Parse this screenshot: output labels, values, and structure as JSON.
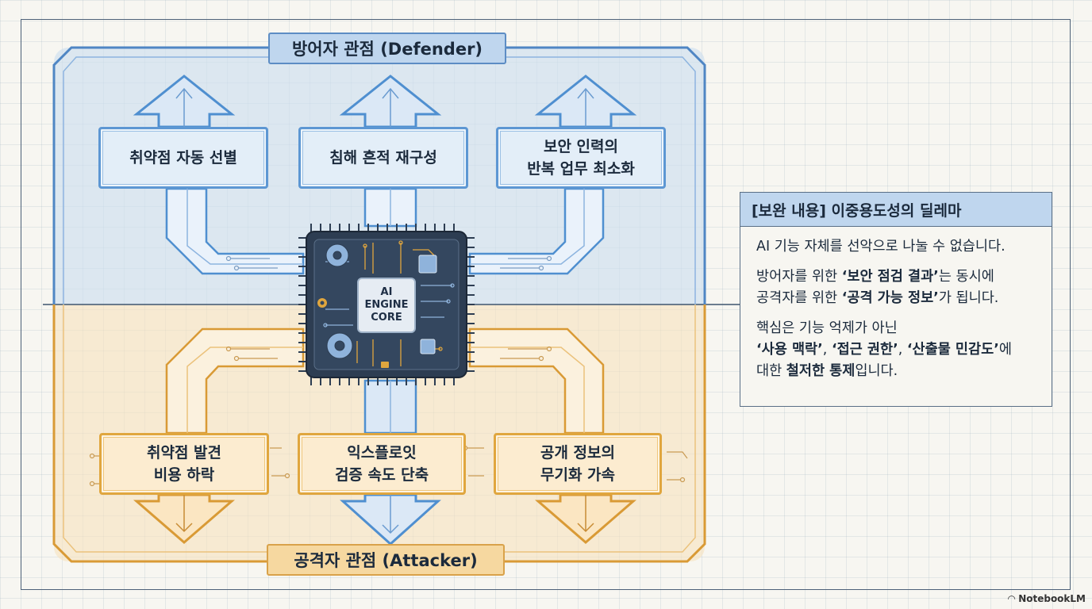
{
  "defender": {
    "label": "방어자 관점 (Defender)",
    "boxes": [
      "취약점 자동 선별",
      "침해 흔적 재구성",
      "보안 인력의\n반복 업무 최소화"
    ]
  },
  "attacker": {
    "label": "공격자 관점 (Attacker)",
    "boxes": [
      "취약점 발견\n비용 하락",
      "익스플로잇\n검증 속도 단축",
      "공개 정보의\n무기화 가속"
    ]
  },
  "core": {
    "label": "AI\nENGINE\nCORE"
  },
  "panel": {
    "title": "[보완 내용] 이중용도성의 딜레마",
    "p1": "AI 기능 자체를 선악으로 나눌 수 없습니다.",
    "p2_a": "방어자를 위한 ",
    "p2_b": "‘보안 점검 결과’",
    "p2_c": "는 동시에",
    "p2_d": "공격자를 위한 ",
    "p2_e": "‘공격 가능 정보’",
    "p2_f": "가 됩니다.",
    "p3_a": "핵심은 기능 억제가 아닌",
    "p3_b": "‘사용 맥락’",
    "p3_c": ", ",
    "p3_d": "‘접근 권한’",
    "p3_e": ", ",
    "p3_f": "‘산출물 민감도’",
    "p3_g": "에",
    "p3_h": "대한 ",
    "p3_i": "철저한 통제",
    "p3_j": "입니다."
  },
  "brand": {
    "name": "NotebookLM",
    "icon": "notebooklm-icon"
  },
  "colors": {
    "defender": "#5d97d3",
    "attacker": "#e0a63e",
    "chip": "#2d3d52"
  }
}
